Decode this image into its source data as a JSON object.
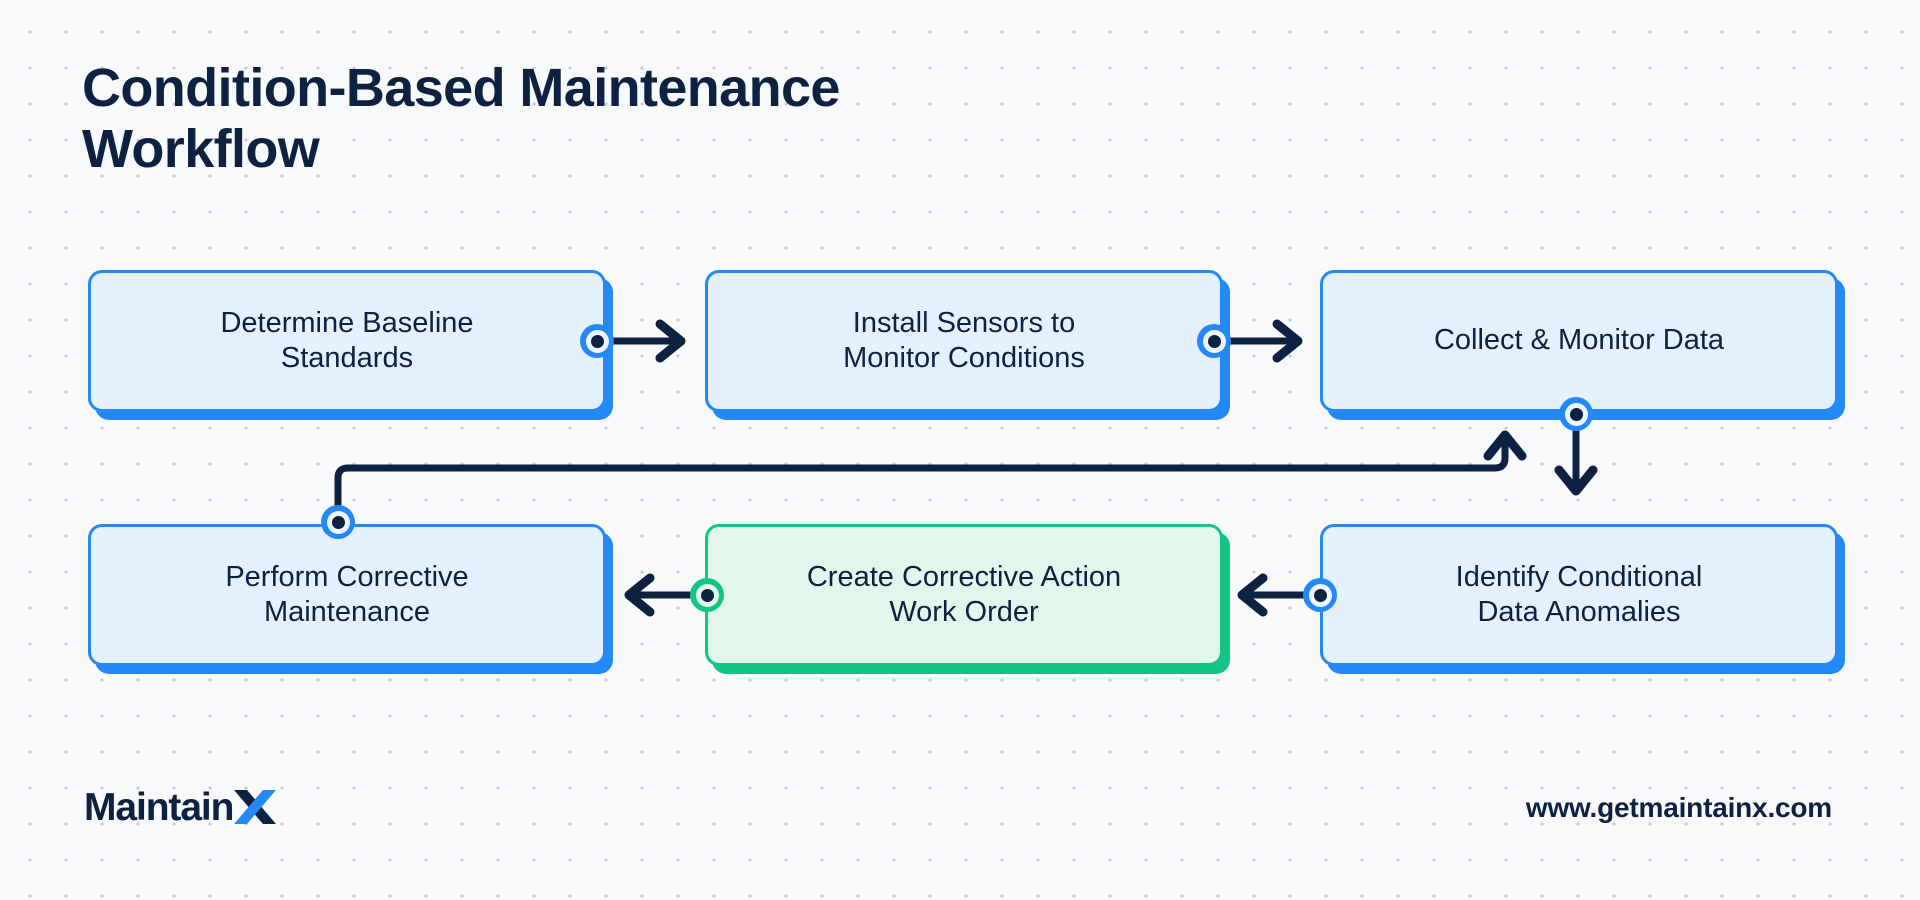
{
  "page": {
    "title": "Condition-Based Maintenance\nWorkflow",
    "background_color": "#f8f9fb",
    "dot_grid_color": "#c7ccd4"
  },
  "colors": {
    "navy": "#0d2240",
    "blue": "#2489f7",
    "blue_fill": "#e5f0fd",
    "green": "#13c584",
    "green_fill": "#e2f7ec"
  },
  "flowchart": {
    "steps": [
      {
        "id": "determine-baseline-standards",
        "label": "Determine Baseline\nStandards",
        "accent": "blue"
      },
      {
        "id": "install-sensors",
        "label": "Install Sensors to\nMonitor Conditions",
        "accent": "blue"
      },
      {
        "id": "collect-monitor-data",
        "label": "Collect & Monitor Data",
        "accent": "blue"
      },
      {
        "id": "identify-conditional-data-anomalies",
        "label": "Identify Conditional\nData Anomalies",
        "accent": "blue"
      },
      {
        "id": "create-corrective-action-work-order",
        "label": "Create Corrective Action\nWork Order",
        "accent": "green"
      },
      {
        "id": "perform-corrective-maintenance",
        "label": "Perform Corrective\nMaintenance",
        "accent": "blue"
      }
    ],
    "connections": [
      {
        "from": "determine-baseline-standards",
        "to": "install-sensors",
        "direction": "right",
        "accent": "blue"
      },
      {
        "from": "install-sensors",
        "to": "collect-monitor-data",
        "direction": "right",
        "accent": "blue"
      },
      {
        "from": "collect-monitor-data",
        "to": "identify-conditional-data-anomalies",
        "direction": "down",
        "accent": "blue"
      },
      {
        "from": "identify-conditional-data-anomalies",
        "to": "create-corrective-action-work-order",
        "direction": "left",
        "accent": "blue"
      },
      {
        "from": "create-corrective-action-work-order",
        "to": "perform-corrective-maintenance",
        "direction": "left",
        "accent": "green"
      },
      {
        "from": "perform-corrective-maintenance",
        "to": "collect-monitor-data",
        "direction": "feedback-loop",
        "accent": "blue"
      }
    ]
  },
  "footer": {
    "logo_text": "Maintain",
    "logo_mark": "X",
    "url": "www.getmaintainx.com"
  }
}
